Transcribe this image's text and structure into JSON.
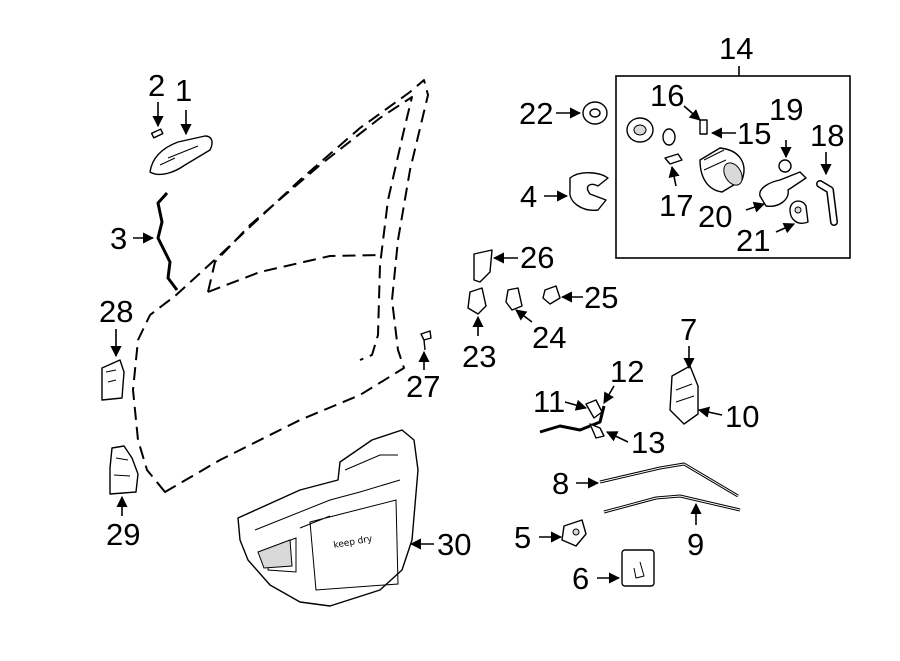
{
  "diagram": {
    "callouts": {
      "c1": "1",
      "c2": "2",
      "c3": "3",
      "c4": "4",
      "c5": "5",
      "c6": "6",
      "c7": "7",
      "c8": "8",
      "c9": "9",
      "c10": "10",
      "c11": "11",
      "c12": "12",
      "c13": "13",
      "c14": "14",
      "c15": "15",
      "c16": "16",
      "c17": "17",
      "c18": "18",
      "c19": "19",
      "c20": "20",
      "c21": "21",
      "c22": "22",
      "c23": "23",
      "c24": "24",
      "c25": "25",
      "c26": "26",
      "c27": "27",
      "c28": "28",
      "c29": "29",
      "c30": "30"
    }
  }
}
